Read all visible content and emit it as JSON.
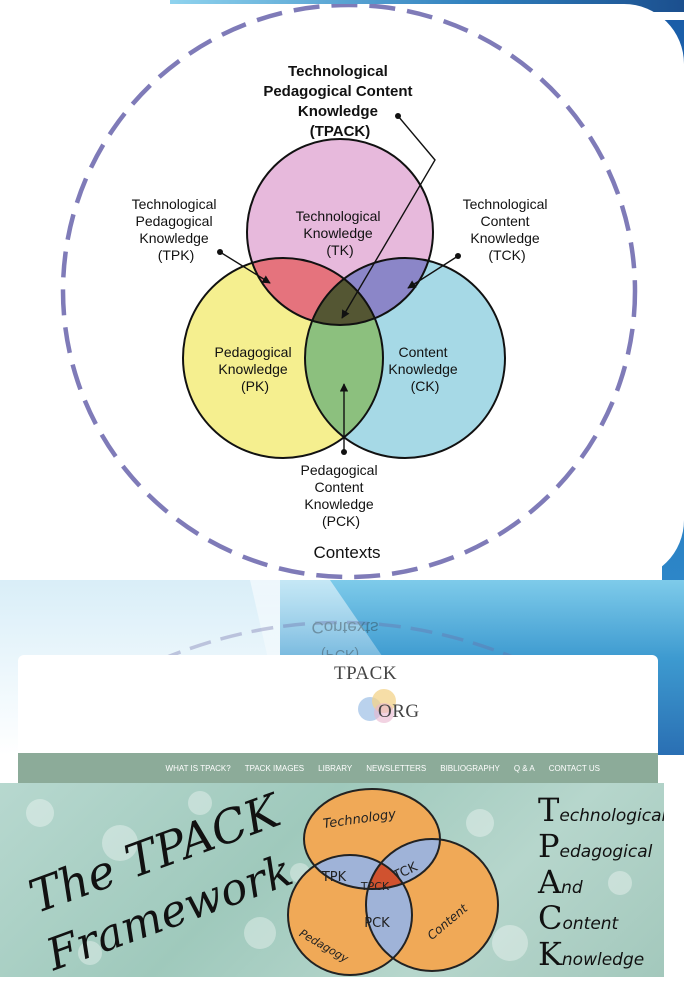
{
  "diagram": {
    "title": [
      "Technological",
      "Pedagogical Content",
      "Knowledge",
      "(TPACK)"
    ],
    "tpk": [
      "Technological",
      "Pedagogical",
      "Knowledge",
      "(TPK)"
    ],
    "tck": [
      "Technological",
      "Content",
      "Knowledge",
      "(TCK)"
    ],
    "tk": [
      "Technological",
      "Knowledge",
      "(TK)"
    ],
    "pk": [
      "Pedagogical",
      "Knowledge",
      "(PK)"
    ],
    "ck": [
      "Content",
      "Knowledge",
      "(CK)"
    ],
    "pck": [
      "Pedagogical",
      "Content",
      "Knowledge",
      "(PCK)"
    ],
    "contexts": "Contexts"
  },
  "reflection": {
    "contexts": "Contexts",
    "pck": "(PCK)"
  },
  "site": {
    "logo_top": "TPACK",
    "logo_bottom": "ORG",
    "nav": [
      "WHAT IS TPACK?",
      "TPACK IMAGES",
      "LIBRARY",
      "NEWSLETTERS",
      "BIBLIOGRAPHY",
      "Q & A",
      "CONTACT US"
    ]
  },
  "banner": {
    "title_line1": "The TPACK",
    "title_line2": "Framework",
    "venn": {
      "technology": "Technology",
      "pedagogy": "Pedagogy",
      "content": "Content",
      "tpk": "TPK",
      "tck": "TCK",
      "tpck": "TPCK",
      "pck": "PCK"
    },
    "acronym": [
      {
        "cap": "T",
        "rest": "echnological"
      },
      {
        "cap": "P",
        "rest": "edagogical"
      },
      {
        "cap": "A",
        "rest": "nd"
      },
      {
        "cap": "C",
        "rest": "ontent"
      },
      {
        "cap": "K",
        "rest": "nowledge"
      }
    ]
  },
  "colors": {
    "tk": "#e7b9dc",
    "pk": "#f5ef8f",
    "ck": "#a6d9e6",
    "tpk": "#e5737d",
    "tck": "#8b86c8",
    "pck": "#8cc07e",
    "tpack": "#545633",
    "contexts_ring": "#7f7bb8",
    "nav_bg": "#8cab99",
    "banner_circle": "#f0a957"
  }
}
